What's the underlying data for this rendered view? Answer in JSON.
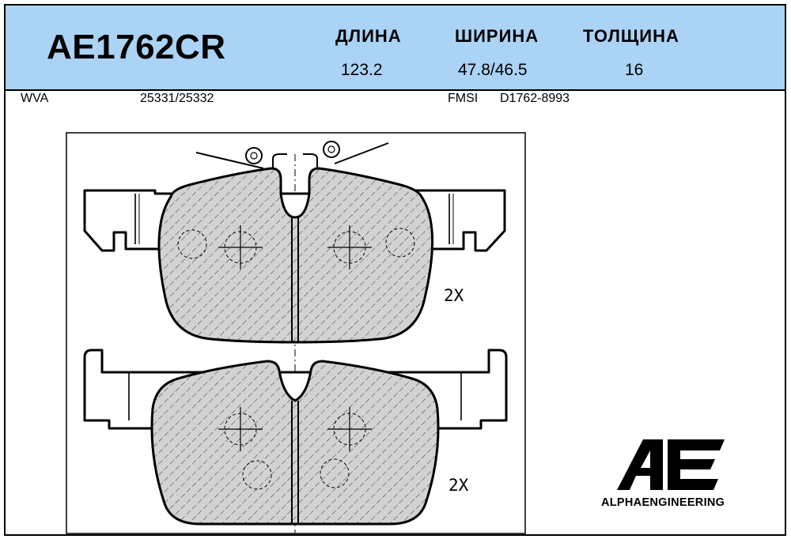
{
  "header": {
    "part_number": "AE1762CR",
    "specs": [
      {
        "label": "ДЛИНА",
        "value": "123.2"
      },
      {
        "label": "ШИРИНА",
        "value": "47.8/46.5"
      },
      {
        "label": "ТОЛЩИНА",
        "value": "16"
      }
    ]
  },
  "references": {
    "wva_label": "WVA",
    "wva_value": "25331/25332",
    "fmsi_label": "FMSI",
    "fmsi_value": "D1762-8993"
  },
  "drawing": {
    "top_qty": "2X",
    "bottom_qty": "2X"
  },
  "brand": {
    "logo_letters": "AE",
    "name": "ALPHAENGINEERING"
  }
}
